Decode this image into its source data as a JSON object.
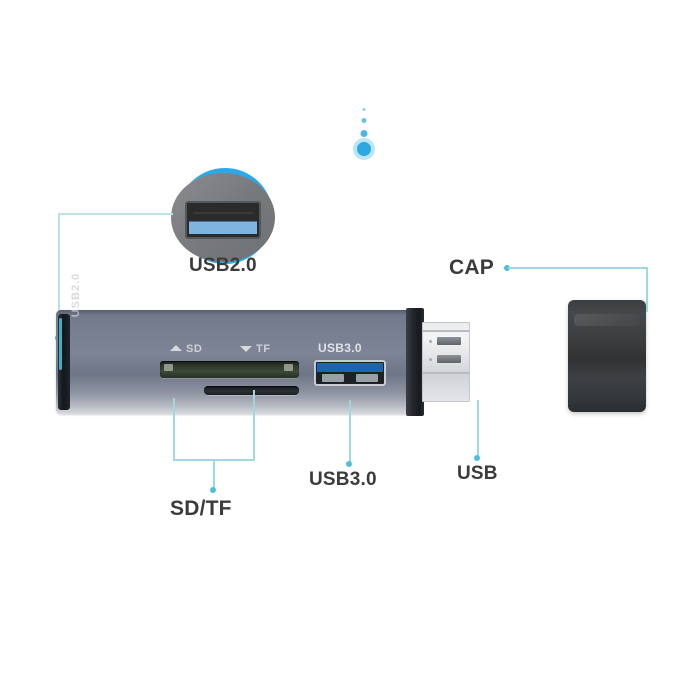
{
  "page": {
    "title": "Multi-function Card Reader Product Diagram",
    "background": "#ffffff",
    "accent_line_color": "#9fd8e3",
    "accent_dot_color": "#4bc0d9",
    "highlight_blue": "#2ba8e8",
    "body_color": "#7d8496",
    "cap_color": "#3a3c3e",
    "connector_color": "#e4e6e9"
  },
  "callouts": [
    {
      "id": "usb2",
      "label": "USB2.0"
    },
    {
      "id": "cap",
      "label": "CAP"
    },
    {
      "id": "sdtf",
      "label": "SD/TF"
    },
    {
      "id": "usb3",
      "label": "USB3.0"
    },
    {
      "id": "usb",
      "label": "USB"
    }
  ],
  "device": {
    "brand_text": "USB2.0",
    "slots": [
      {
        "name": "sd-slot",
        "label": "SD",
        "marker_icon": "triangle-up-icon"
      },
      {
        "name": "tf-slot",
        "label": "TF",
        "marker_icon": "triangle-down-icon"
      }
    ],
    "port_label": "USB3.0"
  },
  "magnifier": {
    "icon": "usb-port-icon",
    "caption": "USB2.0"
  }
}
